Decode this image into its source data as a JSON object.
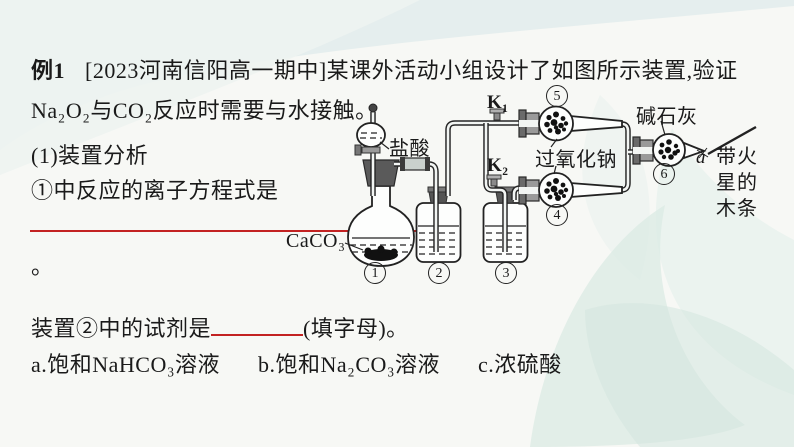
{
  "colors": {
    "background": "#f7f8f5",
    "red_line": "#c32222",
    "accent_teal": "#dcebe5"
  },
  "problem": {
    "example_tag": "例1",
    "stem_line1": "[2023河南信阳高一期中]某课外活动小组设计了如图所示装置,验证",
    "stem_line2": "Na₂O₂与CO₂反应时需要与水接触。",
    "part1_heading": "(1)装置分析",
    "q1_text": "①中反应的离子方程式是",
    "q1_period": "。",
    "q2_prefix": "装置②中的试剂是",
    "q2_suffix": "(填字母)。",
    "options": [
      {
        "label": "a.饱和NaHCO₃溶液"
      },
      {
        "label": "b.饱和Na₂CO₃溶液"
      },
      {
        "label": "c.浓硫酸"
      }
    ]
  },
  "diagram": {
    "labels": {
      "hydrochloric_acid": "盐酸",
      "valve1": "K₁",
      "valve2": "K₂",
      "caco3": "CaCO₃",
      "sodium_peroxide": "过氧化钠",
      "soda_lime": "碱石灰",
      "point_a": "a",
      "splint": [
        "带火",
        "星的",
        "木条"
      ]
    },
    "numbers": {
      "n1": "1",
      "n2": "2",
      "n3": "3",
      "n4": "4",
      "n5": "5",
      "n6": "6"
    }
  }
}
